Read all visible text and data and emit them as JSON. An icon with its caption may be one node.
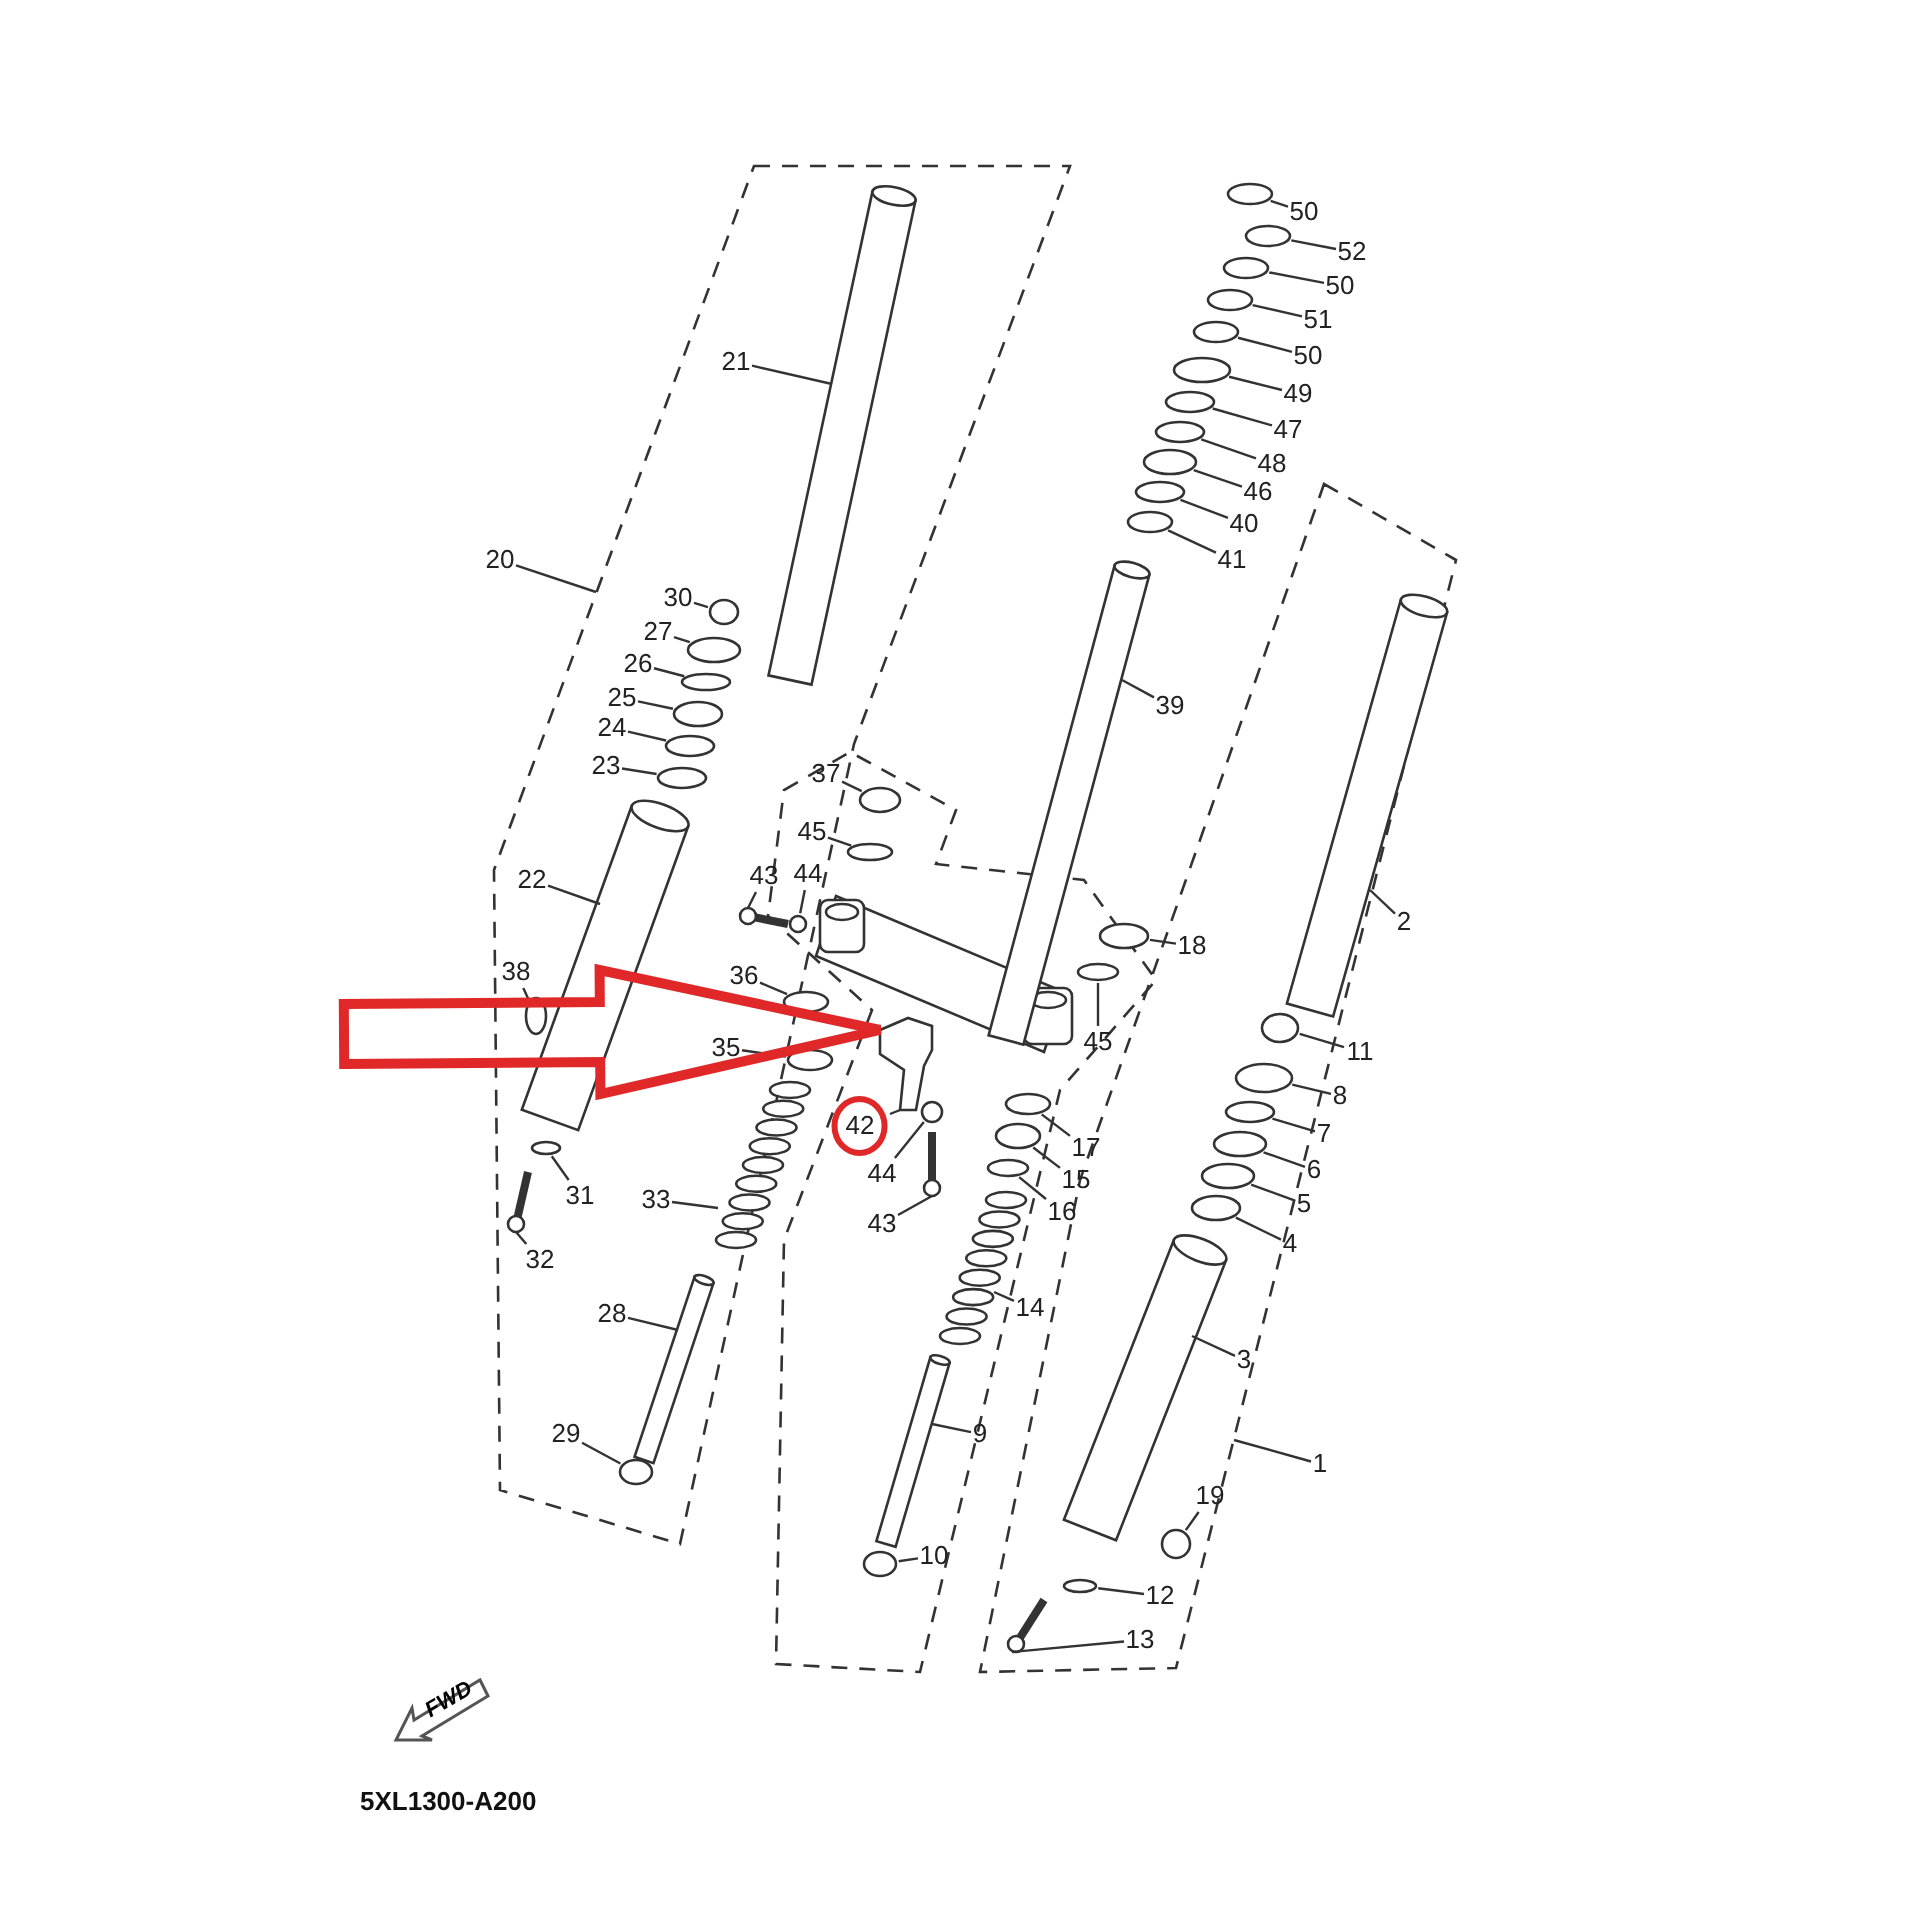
{
  "diagram": {
    "nodes": [
      {
        "text": [
          "50"
        ]
      },
      {
        "text": [
          "52"
        ]
      },
      {
        "text": [
          "50"
        ]
      },
      {
        "text": [
          "51"
        ]
      },
      {
        "text": [
          "50"
        ]
      },
      {
        "text": [
          "21"
        ]
      },
      {
        "text": [
          "49"
        ]
      },
      {
        "text": [
          "47"
        ]
      },
      {
        "text": [
          "48"
        ]
      },
      {
        "text": [
          "46"
        ]
      },
      {
        "text": [
          "40"
        ]
      },
      {
        "text": [
          "41"
        ]
      },
      {
        "text": [
          "20"
        ]
      },
      {
        "text": [
          "30"
        ]
      },
      {
        "text": [
          "27"
        ]
      },
      {
        "text": [
          "26"
        ]
      },
      {
        "text": [
          "25"
        ]
      },
      {
        "text": [
          "39"
        ]
      },
      {
        "text": [
          "24"
        ]
      },
      {
        "text": [
          "23"
        ]
      },
      {
        "text": [
          "37"
        ]
      },
      {
        "text": [
          "45"
        ]
      },
      {
        "text": [
          "44"
        ]
      },
      {
        "text": [
          "43"
        ]
      },
      {
        "text": [
          "22"
        ]
      },
      {
        "text": [
          "2"
        ]
      },
      {
        "text": [
          "18"
        ]
      },
      {
        "text": [
          "38"
        ]
      },
      {
        "text": [
          "36"
        ]
      },
      {
        "text": [
          "45"
        ]
      },
      {
        "text": [
          "35"
        ]
      },
      {
        "text": [
          "11"
        ]
      },
      {
        "text": [
          "8"
        ]
      },
      {
        "text": [
          "42"
        ]
      },
      {
        "text": [
          "7"
        ]
      },
      {
        "text": [
          "17"
        ]
      },
      {
        "text": [
          "6"
        ]
      },
      {
        "text": [
          "44"
        ]
      },
      {
        "text": [
          "15"
        ]
      },
      {
        "text": [
          "31"
        ]
      },
      {
        "text": [
          "33"
        ]
      },
      {
        "text": [
          "5"
        ]
      },
      {
        "text": [
          "16"
        ]
      },
      {
        "text": [
          "43"
        ]
      },
      {
        "text": [
          "4"
        ]
      },
      {
        "text": [
          "32"
        ]
      },
      {
        "text": [
          "14"
        ]
      },
      {
        "text": [
          "28"
        ]
      },
      {
        "text": [
          "3"
        ]
      },
      {
        "text": [
          "1"
        ]
      },
      {
        "text": [
          "9"
        ]
      },
      {
        "text": [
          "29"
        ]
      },
      {
        "text": [
          "19"
        ]
      },
      {
        "text": [
          "10"
        ]
      },
      {
        "text": [
          "12"
        ]
      },
      {
        "text": [
          "13"
        ]
      },
      {
        "text": [],
        "shape": "circle"
      },
      {
        "text": [],
        "shape": "circle"
      },
      {
        "text": [],
        "shape": "circle"
      },
      {
        "text": [],
        "shape": "circle"
      },
      {
        "text": [],
        "shape": "circle"
      },
      {
        "text": [],
        "shape": "cylinder"
      },
      {
        "text": [],
        "shape": "circle"
      },
      {
        "text": [],
        "shape": "circle"
      },
      {
        "text": [],
        "shape": "circle"
      },
      {
        "text": [],
        "shape": "circle"
      },
      {
        "text": [],
        "shape": "circle"
      },
      {
        "text": [],
        "shape": "circle"
      },
      {
        "text": [],
        "shape": "circle"
      },
      {
        "text": [],
        "shape": "circle"
      },
      {
        "text": [],
        "shape": "circle"
      },
      {
        "text": [],
        "shape": "circle"
      },
      {
        "text": [],
        "shape": "cylinder"
      },
      {
        "text": [],
        "shape": "circle"
      },
      {
        "text": [],
        "shape": "circle"
      },
      {
        "text": [],
        "shape": "circle"
      },
      {
        "text": [],
        "shape": "circle"
      },
      {
        "text": [],
        "shape": "circle"
      },
      {
        "text": [],
        "shape": "bolt"
      },
      {
        "text": [],
        "shape": "cylinder"
      },
      {
        "text": [],
        "shape": "cylinder"
      },
      {
        "text": [],
        "shape": "circle"
      },
      {
        "text": [],
        "shape": "circle"
      },
      {
        "text": [],
        "shape": "circle"
      },
      {
        "text": [],
        "shape": "circle"
      },
      {
        "text": [],
        "shape": "circle"
      },
      {
        "text": [],
        "shape": "circle"
      },
      {
        "text": [],
        "shape": "circle"
      },
      {
        "text": [],
        "shape": "picture"
      },
      {
        "text": [],
        "shape": "circle"
      },
      {
        "text": [],
        "shape": "circle"
      },
      {
        "text": [],
        "shape": "circle"
      },
      {
        "text": [],
        "shape": "circle"
      },
      {
        "text": [],
        "shape": "circle"
      },
      {
        "text": [],
        "shape": "circle"
      },
      {
        "text": [],
        "shape": "spring"
      },
      {
        "text": [],
        "shape": "circle"
      },
      {
        "text": [],
        "shape": "circle"
      },
      {
        "text": [],
        "shape": "bolt"
      },
      {
        "text": [],
        "shape": "circle"
      },
      {
        "text": [],
        "shape": "bolt"
      },
      {
        "text": [],
        "shape": "spring"
      },
      {
        "text": [],
        "shape": "cylinder"
      },
      {
        "text": [],
        "shape": "cylinder"
      },
      {
        "text": [],
        "shape": "cylinder"
      },
      {
        "text": [],
        "shape": "circle"
      },
      {
        "text": [],
        "shape": "circle"
      },
      {
        "text": [],
        "shape": "circle"
      },
      {
        "text": [],
        "shape": "circle"
      },
      {
        "text": [],
        "shape": "bolt"
      },
      {
        "text": [
          "FWD"
        ]
      }
    ],
    "edges": [
      {
        "from": 0,
        "to": 56,
        "arrow": "none"
      },
      {
        "from": 1,
        "to": 57,
        "arrow": "none"
      },
      {
        "from": 2,
        "to": 58,
        "arrow": "none"
      },
      {
        "from": 3,
        "to": 59,
        "arrow": "none"
      },
      {
        "from": 4,
        "to": 60,
        "arrow": "none"
      },
      {
        "from": 5,
        "to": 61,
        "arrow": "none"
      },
      {
        "from": 6,
        "to": 62,
        "arrow": "none"
      },
      {
        "from": 7,
        "to": 63,
        "arrow": "none"
      },
      {
        "from": 8,
        "to": 64,
        "arrow": "none"
      },
      {
        "from": 9,
        "to": 65,
        "arrow": "none"
      },
      {
        "from": 10,
        "to": 66,
        "arrow": "none"
      },
      {
        "from": 11,
        "to": 67,
        "arrow": "none"
      },
      {
        "from": 12,
        "to": null,
        "arrow": "none"
      },
      {
        "from": 13,
        "to": 68,
        "arrow": "none"
      },
      {
        "from": 14,
        "to": 69,
        "arrow": "none"
      },
      {
        "from": 15,
        "to": 70,
        "arrow": "none"
      },
      {
        "from": 16,
        "to": 71,
        "arrow": "none"
      },
      {
        "from": 17,
        "to": 72,
        "arrow": "none"
      },
      {
        "from": 18,
        "to": 73,
        "arrow": "none"
      },
      {
        "from": 19,
        "to": 74,
        "arrow": "none"
      },
      {
        "from": 20,
        "to": 75,
        "arrow": "none"
      },
      {
        "from": 21,
        "to": 76,
        "arrow": "none"
      },
      {
        "from": 22,
        "to": 77,
        "arrow": "none"
      },
      {
        "from": 23,
        "to": 78,
        "arrow": "none"
      },
      {
        "from": 24,
        "to": 79,
        "arrow": "none"
      },
      {
        "from": 25,
        "to": 80,
        "arrow": "none"
      },
      {
        "from": 26,
        "to": 81,
        "arrow": "none"
      },
      {
        "from": 27,
        "to": 82,
        "arrow": "none"
      },
      {
        "from": 28,
        "to": 83,
        "arrow": "none"
      },
      {
        "from": 29,
        "to": 84,
        "arrow": "none"
      },
      {
        "from": 30,
        "to": 85,
        "arrow": "none"
      },
      {
        "from": 31,
        "to": 86,
        "arrow": "none"
      },
      {
        "from": 32,
        "to": 87,
        "arrow": "none"
      },
      {
        "from": 33,
        "to": 88,
        "arrow": "none"
      },
      {
        "from": 34,
        "to": 89,
        "arrow": "none"
      },
      {
        "from": 35,
        "to": 90,
        "arrow": "none"
      },
      {
        "from": 36,
        "to": 91,
        "arrow": "none"
      },
      {
        "from": 37,
        "to": 92,
        "arrow": "none"
      },
      {
        "from": 38,
        "to": 93,
        "arrow": "none"
      },
      {
        "from": 39,
        "to": 94,
        "arrow": "none"
      },
      {
        "from": 40,
        "to": 95,
        "arrow": "none"
      },
      {
        "from": 41,
        "to": 96,
        "arrow": "none"
      },
      {
        "from": 42,
        "to": 97,
        "arrow": "none"
      },
      {
        "from": 43,
        "to": 98,
        "arrow": "none"
      },
      {
        "from": 44,
        "to": 99,
        "arrow": "none"
      },
      {
        "from": 45,
        "to": 100,
        "arrow": "none"
      },
      {
        "from": 46,
        "to": 101,
        "arrow": "none"
      },
      {
        "from": 47,
        "to": 102,
        "arrow": "none"
      },
      {
        "from": 48,
        "to": 103,
        "arrow": "none"
      },
      {
        "from": 49,
        "to": null,
        "arrow": "none"
      },
      {
        "from": 50,
        "to": 104,
        "arrow": "none"
      },
      {
        "from": 51,
        "to": 105,
        "arrow": "none"
      },
      {
        "from": 52,
        "to": 106,
        "arrow": "none"
      },
      {
        "from": 53,
        "to": 107,
        "arrow": "none"
      },
      {
        "from": 54,
        "to": 108,
        "arrow": "none"
      },
      {
        "from": 55,
        "to": 109,
        "arrow": "none"
      },
      {
        "from": null,
        "to": 88,
        "arrow": "to",
        "style": "thick",
        "color": "#e02828"
      }
    ],
    "labels": [
      "5XL1300-A200"
    ]
  }
}
